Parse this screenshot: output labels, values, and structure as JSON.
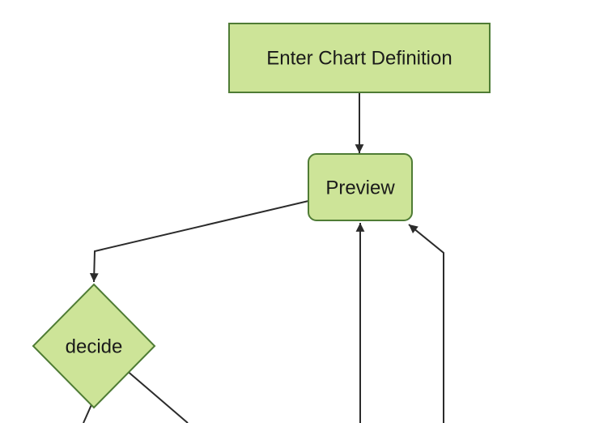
{
  "diagram": {
    "type": "flowchart",
    "nodes": {
      "enter": {
        "label": "Enter Chart Definition",
        "shape": "rectangle"
      },
      "preview": {
        "label": "Preview",
        "shape": "rounded-rectangle"
      },
      "decide": {
        "label": "decide",
        "shape": "diamond"
      }
    },
    "edges": [
      {
        "from": "enter",
        "to": "preview",
        "arrow": true
      },
      {
        "from": "preview",
        "to": "decide",
        "arrow": true
      },
      {
        "from": "decide",
        "to": "offscreen-bottom-left",
        "arrow": false
      },
      {
        "from": "decide",
        "to": "offscreen-bottom-right",
        "arrow": false
      },
      {
        "from": "offscreen-bottom",
        "to": "preview",
        "arrow": true
      },
      {
        "from": "offscreen-bottom-far",
        "to": "preview",
        "arrow": true
      }
    ]
  },
  "style": {
    "background": "#ffffff",
    "node_fill": "#cde498",
    "node_stroke": "#4f7c35",
    "edge_color": "#2b2b2b",
    "text_color": "#1a1a1a"
  }
}
